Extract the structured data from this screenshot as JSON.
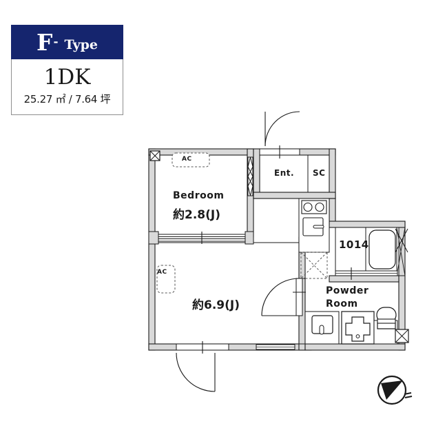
{
  "badge": {
    "type_letter": "F",
    "type_sup": "-",
    "type_word": "Type",
    "plan_type": "1DK",
    "area_text": "25.27 ㎡ / 7.64 坪",
    "area_sqm": "25.27",
    "area_tsubo": "7.64",
    "brand_color": "#15256e"
  },
  "floorplan": {
    "title": "F Type 1DK floor plan",
    "rooms": [
      {
        "id": "bedroom",
        "name": "Bedroom",
        "size": "約2.8(J)"
      },
      {
        "id": "living",
        "name": "",
        "size": "約6.9(J)"
      },
      {
        "id": "entrance",
        "name": "Ent.",
        "size": ""
      },
      {
        "id": "shoe",
        "name": "SC",
        "size": ""
      },
      {
        "id": "bath",
        "name": "1014",
        "size": ""
      },
      {
        "id": "powder",
        "name": "Powder",
        "size": "Room"
      }
    ],
    "annotations": {
      "ac_bedroom": "AC",
      "ac_living": "AC",
      "entrance_label": "Ent.",
      "shoe_closet_label": "SC",
      "bath_unit_label": "1014",
      "powder_line1": "Powder",
      "powder_line2": "Room"
    },
    "compass": "north-arrow",
    "wall_color": "#d6d6d6",
    "line_color": "#1a1a1a"
  }
}
